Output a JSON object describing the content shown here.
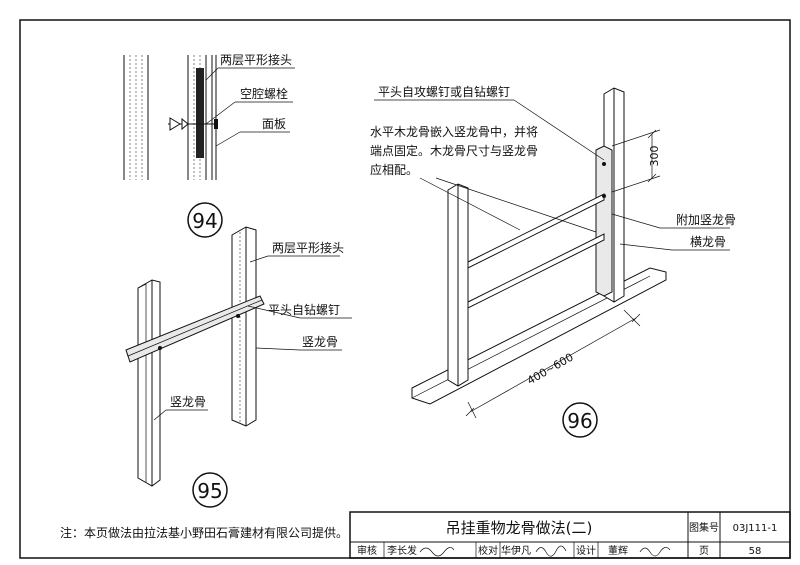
{
  "detail94": {
    "number": "94",
    "labels": {
      "joint": "两层平形接头",
      "bolt": "空腔螺栓",
      "panel": "面板"
    }
  },
  "detail95": {
    "number": "95",
    "labels": {
      "joint": "两层平形接头",
      "screw": "平头自钻螺钉",
      "stud_right": "竖龙骨",
      "stud_left": "竖龙骨"
    }
  },
  "detail96": {
    "number": "96",
    "labels": {
      "screw": "平头自攻螺钉或自钻螺钉",
      "note_line1": "水平木龙骨嵌入竖龙骨中，并将",
      "note_line2": "端点固定。木龙骨尺寸与竖龙骨",
      "note_line3": "应相配。",
      "extra_stud": "附加竖龙骨",
      "horizontal_keel": "横龙骨"
    },
    "dims": {
      "height": "300",
      "spacing": "400~600"
    }
  },
  "note": "注：本页做法由拉法基小野田石膏建材有限公司提供。",
  "title_block": {
    "title": "吊挂重物龙骨做法(二)",
    "atlas_label": "图集号",
    "atlas_number": "03J111-1",
    "review_label": "审核",
    "reviewer": "李长发",
    "check_label": "校对",
    "checker": "华伊凡",
    "design_label": "设计",
    "designer": "董辉",
    "page_label": "页",
    "page_number": "58"
  }
}
